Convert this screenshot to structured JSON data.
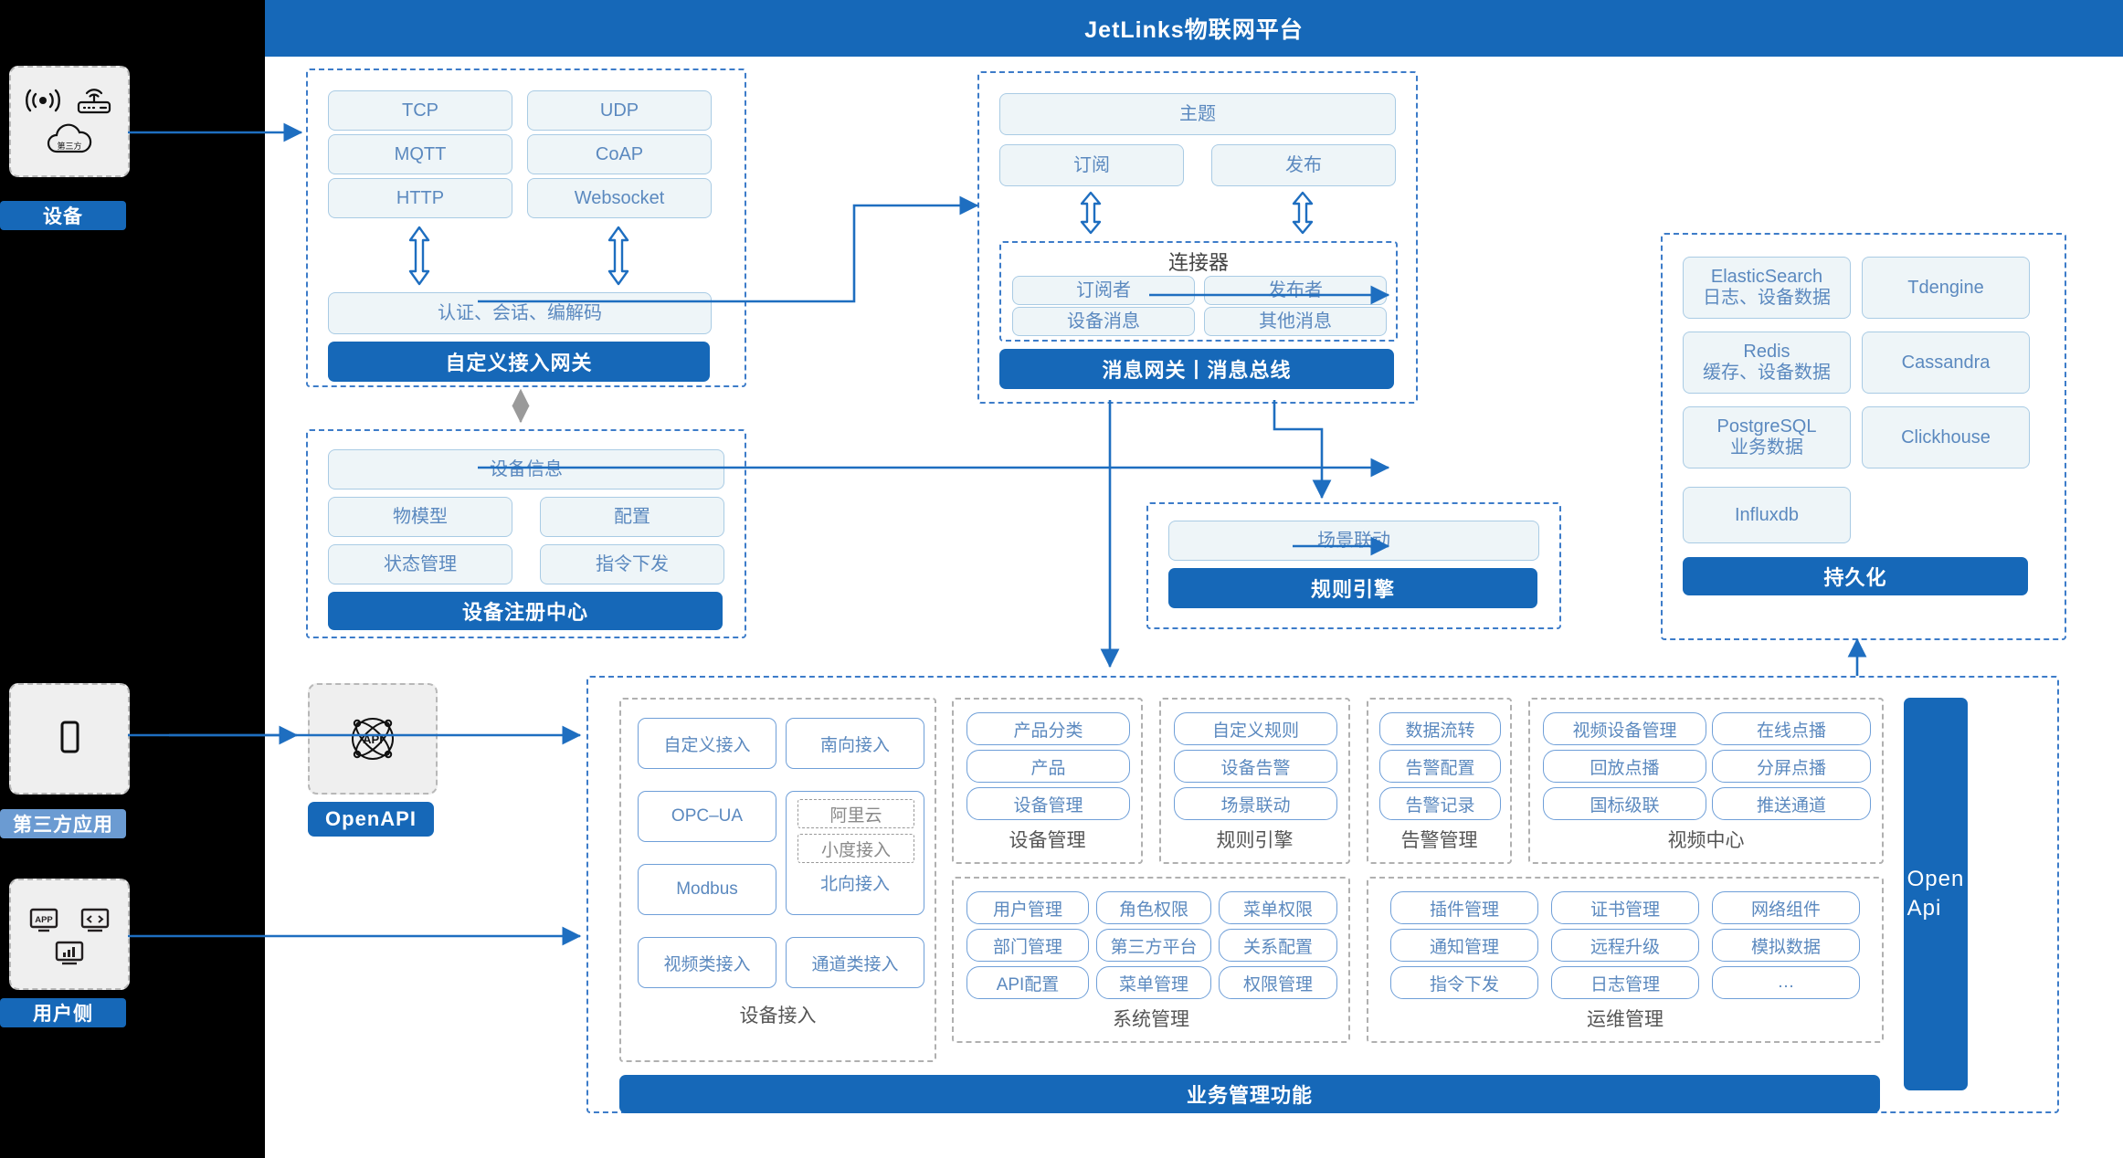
{
  "header": {
    "title": "JetLinks物联网平台",
    "bg": "#1668b8"
  },
  "rail": {
    "device": {
      "badge": "设备",
      "icons": [
        "wifi-signal-icon",
        "router-icon",
        "cloud-icon"
      ],
      "cloud_label": "第三方"
    },
    "thirdparty": {
      "badge": "第三方应用",
      "icons": [
        "mobile-phone-icon"
      ],
      "badge_color": "#6b9bd2"
    },
    "userside": {
      "badge": "用户侧",
      "icons": [
        "app-store-icon",
        "code-window-icon",
        "chart-window-icon"
      ],
      "badge_color": "#1668b8"
    }
  },
  "access_gateway": {
    "protocols": [
      "TCP",
      "UDP",
      "MQTT",
      "CoAP",
      "HTTP",
      "Websocket"
    ],
    "auth": "认证、会话、编解码",
    "bar": "自定义接入网关"
  },
  "message_gateway": {
    "topic": "主题",
    "subscribe": "订阅",
    "publish": "发布",
    "connector": {
      "title": "连接器",
      "items": [
        "订阅者",
        "发布者",
        "设备消息",
        "其他消息"
      ]
    },
    "bar": "消息网关丨消息总线"
  },
  "device_registry": {
    "info": "设备信息",
    "items": [
      "物模型",
      "配置",
      "状态管理",
      "指令下发"
    ],
    "bar": "设备注册中心"
  },
  "rule_engine": {
    "scene": "场景联动",
    "bar": "规则引擎"
  },
  "storage": {
    "left": [
      {
        "name": "ElasticSearch",
        "sub": "日志、设备数据"
      },
      {
        "name": "Redis",
        "sub": "缓存、设备数据"
      },
      {
        "name": "PostgreSQL",
        "sub": "业务数据"
      },
      {
        "name": "Influxdb",
        "sub": ""
      }
    ],
    "right": [
      {
        "name": "Tdengine",
        "sub": ""
      },
      {
        "name": "Cassandra",
        "sub": ""
      },
      {
        "name": "Clickhouse",
        "sub": ""
      }
    ],
    "bar": "持久化"
  },
  "openapi": {
    "icon": "api-atom-icon",
    "badge": "OpenAPI",
    "side_bar": "Open Api"
  },
  "business": {
    "bar": "业务管理功能",
    "device_access": {
      "label": "设备接入",
      "left": [
        "自定义接入",
        "OPC–UA",
        "Modbus",
        "视频类接入"
      ],
      "right_top": "南向接入",
      "north": {
        "items": [
          "阿里云",
          "小度接入"
        ],
        "label": "北向接入"
      },
      "right_bottom": "通道类接入"
    },
    "device_manage": {
      "label": "设备管理",
      "items": [
        "产品分类",
        "产品",
        "设备管理"
      ]
    },
    "rule_engine": {
      "label": "规则引擎",
      "items": [
        "自定义规则",
        "设备告警",
        "场景联动"
      ]
    },
    "alarm_manage": {
      "label": "告警管理",
      "items": [
        "数据流转",
        "告警配置",
        "告警记录"
      ]
    },
    "video_center": {
      "label": "视频中心",
      "left": [
        "视频设备管理",
        "回放点播",
        "国标级联"
      ],
      "right": [
        "在线点播",
        "分屏点播",
        "推送通道"
      ]
    },
    "system_manage": {
      "label": "系统管理",
      "rows": [
        [
          "用户管理",
          "角色权限",
          "菜单权限"
        ],
        [
          "部门管理",
          "第三方平台",
          "关系配置"
        ],
        [
          "API配置",
          "菜单管理",
          "权限管理"
        ]
      ]
    },
    "ops_manage": {
      "label": "运维管理",
      "rows": [
        [
          "插件管理",
          "证书管理",
          "网络组件"
        ],
        [
          "通知管理",
          "远程升级",
          "模拟数据"
        ],
        [
          "指令下发",
          "日志管理",
          "…"
        ]
      ]
    }
  }
}
